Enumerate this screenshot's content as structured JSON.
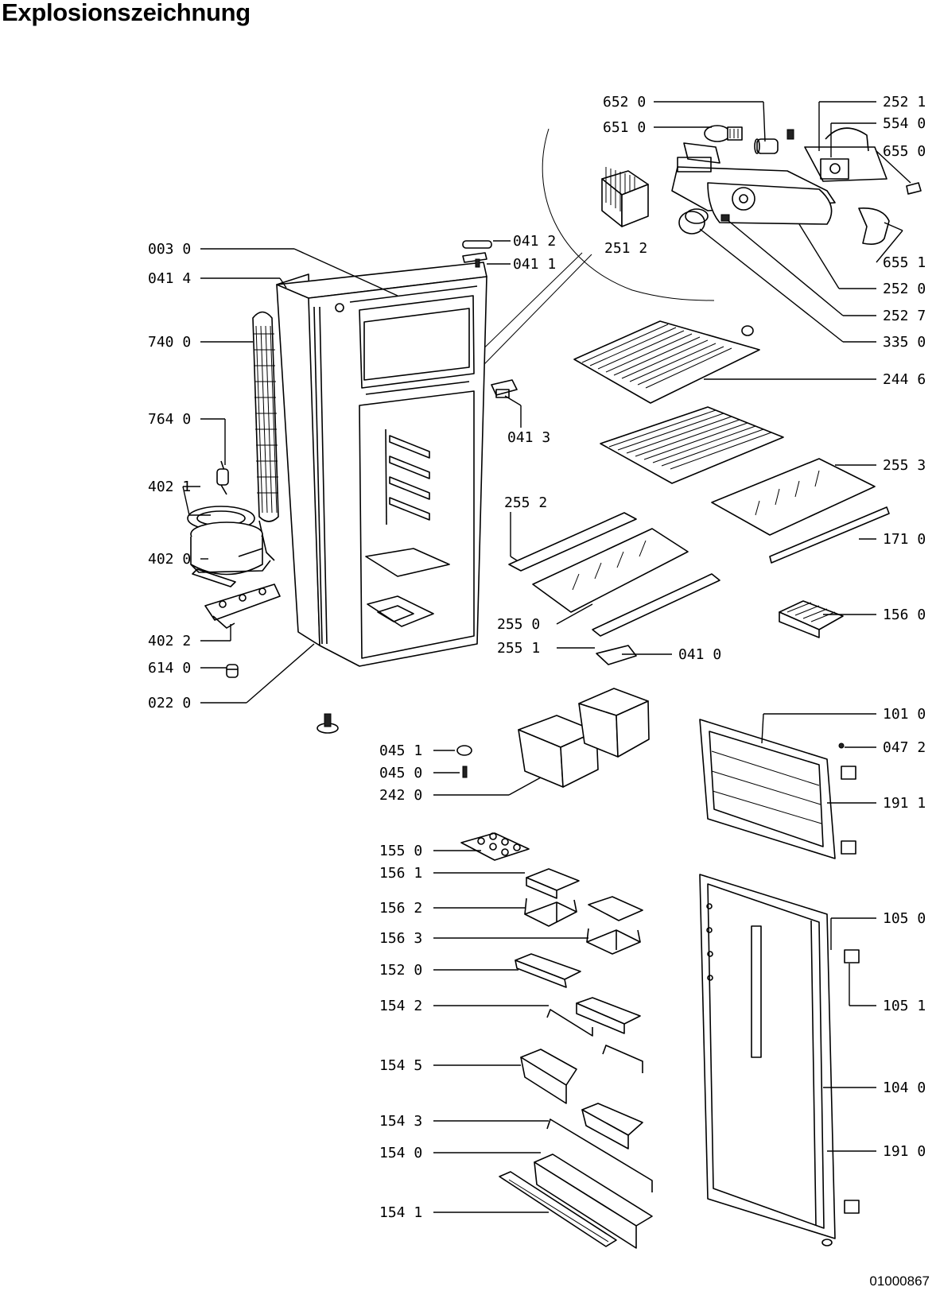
{
  "title": "Explosionszeichnung",
  "document_number": "01000867",
  "part_labels": {
    "p6520": "652 0",
    "p6510": "651 0",
    "p2521": "252 1",
    "p5540": "554 0",
    "p6550": "655 0",
    "p2512": "251 2",
    "p6551": "655 1",
    "p2520": "252 0",
    "p2527": "252 7",
    "p3350": "335 0",
    "p0030": "003 0",
    "p0414": "041 4",
    "p0412": "041 2",
    "p0411": "041 1",
    "p7400": "740 0",
    "p0413": "041 3",
    "p2446": "244 6",
    "p7640": "764 0",
    "p4021": "402 1",
    "p2553": "255 3",
    "p2552": "255 2",
    "p1710": "171 0",
    "p4020": "402 0",
    "p1560": "156 0",
    "p2550": "255 0",
    "p2551": "255 1",
    "p0410": "041 0",
    "p4022": "402 2",
    "p6140": "614 0",
    "p0220": "022 0",
    "p1010": "101 0",
    "p0451": "045 1",
    "p0472": "047 2",
    "p0450": "045 0",
    "p2420": "242 0",
    "p1911": "191 1",
    "p1550": "155 0",
    "p1561": "156 1",
    "p1562": "156 2",
    "p1563": "156 3",
    "p1050": "105 0",
    "p1520": "152 0",
    "p1051": "105 1",
    "p1542": "154 2",
    "p1545": "154 5",
    "p1040": "104 0",
    "p1543": "154 3",
    "p1540": "154 0",
    "p1910": "191 0",
    "p1541": "154 1"
  }
}
